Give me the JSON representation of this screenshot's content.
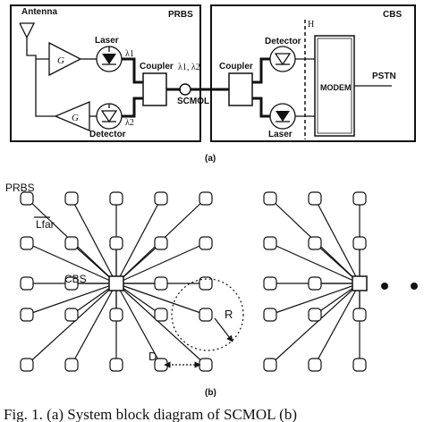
{
  "figure_a": {
    "prbs_box_label": "PRBS",
    "cbs_box_label": "CBS",
    "antenna_label": "Antenna",
    "amp_top_label": "G",
    "amp_bottom_label": "G",
    "laser_left_label": "Laser",
    "lambda1_label": "λ1",
    "detector_left_label": "Detector",
    "lambda2_label": "λ2",
    "coupler_left_label": "Coupler",
    "fiber_wavelengths_label": "λ1, λ2",
    "fiber_label": "SCMOL",
    "coupler_right_label": "Coupler",
    "detector_right_label": "Detector",
    "laser_right_label": "Laser",
    "interface_label": "H",
    "modem_label": "MODEM",
    "pstn_label": "PSTN",
    "caption": "(a)"
  },
  "figure_b": {
    "prbs_label": "PRBS",
    "lfar_label": "Lfar",
    "cbs_label": "CBS",
    "radius_label": "R",
    "distance_label": "D",
    "caption": "(b)"
  },
  "figure_caption": "Fig. 1. (a) System block diagram of SCMOL (b)"
}
